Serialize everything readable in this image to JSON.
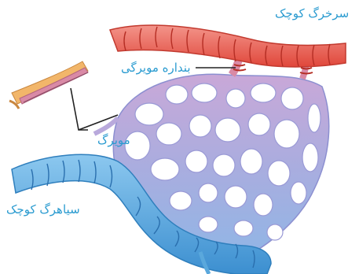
{
  "labels": {
    "arteriole": "سرخرگ کوچک",
    "precapillary_sphincter": "بنداره مویرگی",
    "capillary": "مویرگ",
    "venule": "سیاهرگ کوچک"
  },
  "colors": {
    "arteriole": "#e8574a",
    "arteriole_light": "#f08a7c",
    "capillary_network": "#b7b8e6",
    "venule": "#4a9fd9",
    "venule_light": "#7ac0ea",
    "label_text": "#2a9bd0",
    "leader_line": "#222222"
  }
}
